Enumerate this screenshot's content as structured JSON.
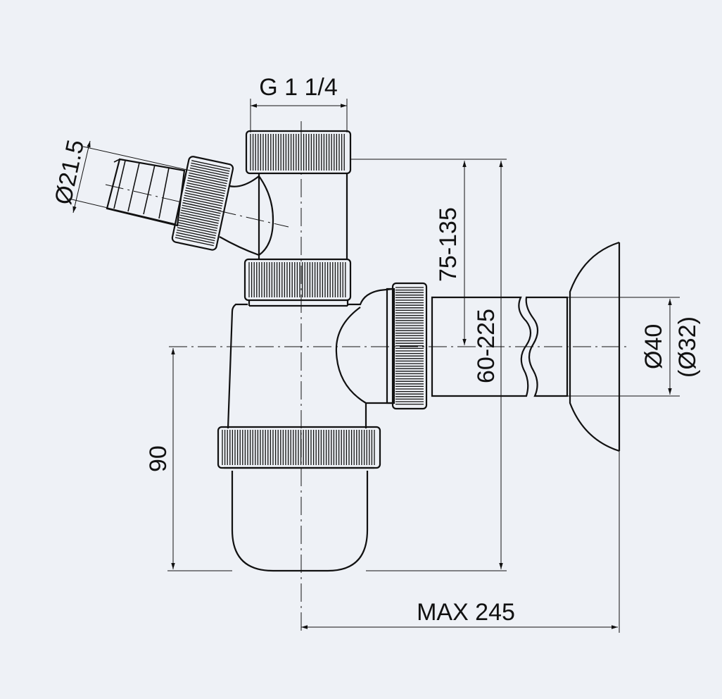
{
  "drawing": {
    "labels": {
      "thread": "G 1 1/4",
      "hose_diameter": "Ø21.5",
      "height_adjust": "75-135",
      "depth_adjust": "60-225",
      "pipe_diameter": "Ø40",
      "pipe_diameter_alt": "(Ø32)",
      "trap_height": "90",
      "max_length": "MAX 245"
    },
    "colors": {
      "background": "#eef1f6",
      "ink": "#111111"
    }
  }
}
